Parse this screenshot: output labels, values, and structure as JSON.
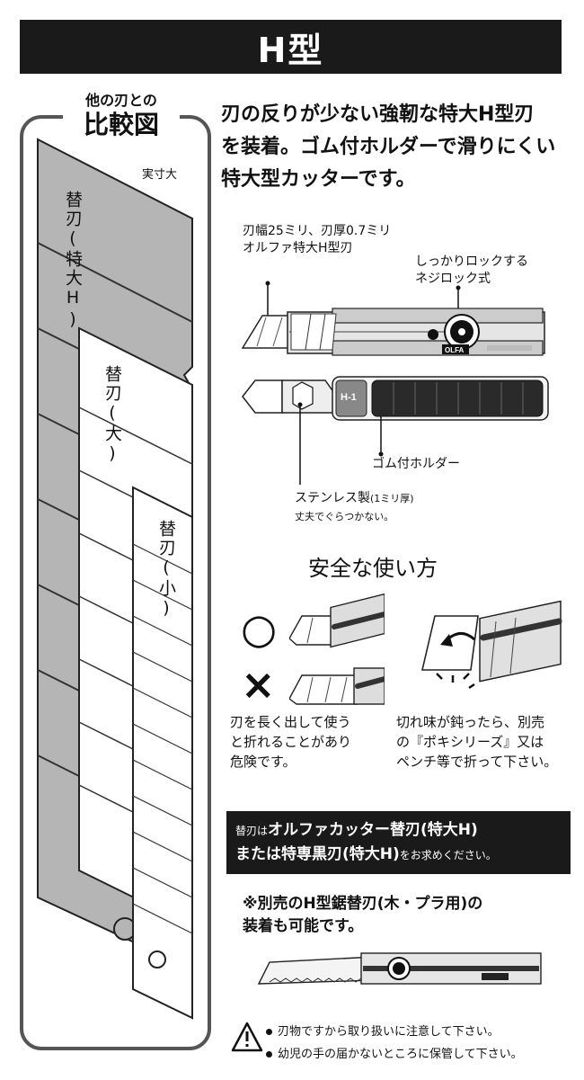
{
  "header": {
    "title": "H型"
  },
  "comparison": {
    "title_line1": "他の刃との",
    "title_line2": "比較図",
    "scale_note": "実寸大",
    "blade_labels": [
      "替刃(特大H)",
      "替刃(大)",
      "替刃(小)"
    ]
  },
  "description": {
    "lines": [
      "刃の反りが少ない強靭な特大H型刃",
      "を装着。ゴム付ホルダーで滑りにくい",
      "特大型カッターです。"
    ]
  },
  "product_callouts": {
    "blade_spec_line1": "刃幅25ミリ、刃厚0.7ミリ",
    "blade_spec_line2": "オルファ特大H型刃",
    "lock_line1": "しっかりロックする",
    "lock_line2": "ネジロック式",
    "holder": "ゴム付ホルダー",
    "stainless": "ステンレス製",
    "stainless_thickness": "(1ミリ厚)",
    "stainless_sub": "丈夫でぐらつかない。",
    "knife_marks": {
      "brand": "OLFA",
      "model": "H-1"
    }
  },
  "safety": {
    "title": "安全な使い方",
    "ok_symbol": "○",
    "ng_symbol": "×",
    "left_note": [
      "刃を長く出して使う",
      "と折れることがあり",
      "危険です。"
    ],
    "right_note": [
      "切れ味が鈍ったら、別売",
      "の『ポキシリーズ』又は",
      "ペンチ等で折って下さい。"
    ]
  },
  "info_box": {
    "line1_lead": "替刃は",
    "line1_main": "オルファカッター替刃(特大H)",
    "line2_main": "または特専黒刃(特大H)",
    "line2_tail": "をお求めください。"
  },
  "saw_note": {
    "line1": "※別売のH型鋸替刃(木・プラ用)の",
    "line2": "装着も可能です。"
  },
  "warnings": [
    "刃物ですから取り扱いに注意して下さい。",
    "幼児の手の届かないところに保管して下さい。"
  ],
  "colors": {
    "dark": "#1a1a1a",
    "blade_gray": "#b5b5b5",
    "frame": "#555555"
  }
}
